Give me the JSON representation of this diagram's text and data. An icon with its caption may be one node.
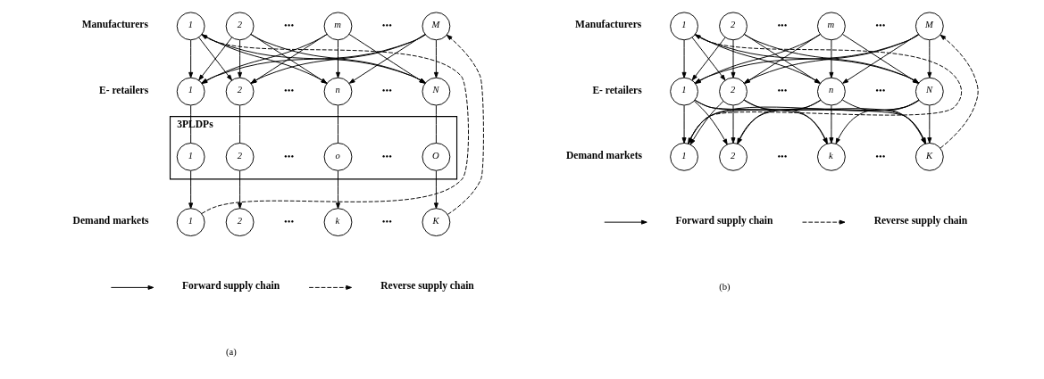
{
  "diagram": {
    "nodes": [
      {
        "text": [
          "1"
        ]
      },
      {
        "text": [
          "2"
        ]
      },
      {
        "text": [
          "m"
        ]
      },
      {
        "text": [
          "M"
        ]
      },
      {
        "text": [
          "1"
        ]
      },
      {
        "text": [
          "2"
        ]
      },
      {
        "text": [
          "n"
        ]
      },
      {
        "text": [
          "N"
        ]
      },
      {
        "text": [
          "3PLDPs"
        ]
      },
      {
        "text": [
          "1"
        ],
        "in": 8
      },
      {
        "text": [
          "2"
        ],
        "in": 8
      },
      {
        "text": [
          "o"
        ],
        "in": 8
      },
      {
        "text": [
          "O"
        ],
        "in": 8
      },
      {
        "text": [
          "1"
        ]
      },
      {
        "text": [
          "2"
        ]
      },
      {
        "text": [
          "k"
        ]
      },
      {
        "text": [
          "K"
        ]
      },
      {
        "text": [
          "1"
        ]
      },
      {
        "text": [
          "2"
        ]
      },
      {
        "text": [
          "m"
        ]
      },
      {
        "text": [
          "M"
        ]
      },
      {
        "text": [
          "1"
        ]
      },
      {
        "text": [
          "2"
        ]
      },
      {
        "text": [
          "n"
        ]
      },
      {
        "text": [
          "N"
        ]
      },
      {
        "text": [
          "1"
        ]
      },
      {
        "text": [
          "2"
        ]
      },
      {
        "text": [
          "k"
        ]
      },
      {
        "text": [
          "K"
        ]
      }
    ],
    "edges": [
      {
        "from": 0,
        "to": 4,
        "arrow": "to"
      },
      {
        "from": 0,
        "to": 5,
        "arrow": "to"
      },
      {
        "from": 0,
        "to": 6,
        "arrow": "to"
      },
      {
        "from": 0,
        "to": 7,
        "arrow": "to"
      },
      {
        "from": 1,
        "to": 4,
        "arrow": "to"
      },
      {
        "from": 1,
        "to": 5,
        "arrow": "to"
      },
      {
        "from": 1,
        "to": 6,
        "arrow": "to"
      },
      {
        "from": 1,
        "to": 7,
        "arrow": "to"
      },
      {
        "from": 2,
        "to": 4,
        "arrow": "to"
      },
      {
        "from": 2,
        "to": 5,
        "arrow": "to"
      },
      {
        "from": 2,
        "to": 6,
        "arrow": "to"
      },
      {
        "from": 2,
        "to": 7,
        "arrow": "to"
      },
      {
        "from": 3,
        "to": 4,
        "arrow": "to"
      },
      {
        "from": 3,
        "to": 5,
        "arrow": "to"
      },
      {
        "from": 3,
        "to": 6,
        "arrow": "to"
      },
      {
        "from": 3,
        "to": 7,
        "arrow": "to"
      },
      {
        "from": 4,
        "to": 9,
        "arrow": "none"
      },
      {
        "from": 5,
        "to": 10,
        "arrow": "none"
      },
      {
        "from": 6,
        "to": 11,
        "arrow": "none"
      },
      {
        "from": 7,
        "to": 12,
        "arrow": "none"
      },
      {
        "from": 9,
        "to": 13,
        "arrow": "to"
      },
      {
        "from": 10,
        "to": 14,
        "arrow": "to"
      },
      {
        "from": 11,
        "to": 15,
        "arrow": "to"
      },
      {
        "from": 12,
        "to": 16,
        "arrow": "to"
      },
      {
        "from": 13,
        "to": 0,
        "arrow": "to",
        "style": "dashed"
      },
      {
        "from": 16,
        "to": 3,
        "arrow": "to",
        "style": "dashed"
      },
      {
        "from": 17,
        "to": 21,
        "arrow": "to"
      },
      {
        "from": 17,
        "to": 22,
        "arrow": "to"
      },
      {
        "from": 17,
        "to": 23,
        "arrow": "to"
      },
      {
        "from": 17,
        "to": 24,
        "arrow": "to"
      },
      {
        "from": 18,
        "to": 21,
        "arrow": "to"
      },
      {
        "from": 18,
        "to": 22,
        "arrow": "to"
      },
      {
        "from": 18,
        "to": 23,
        "arrow": "to"
      },
      {
        "from": 18,
        "to": 24,
        "arrow": "to"
      },
      {
        "from": 19,
        "to": 21,
        "arrow": "to"
      },
      {
        "from": 19,
        "to": 22,
        "arrow": "to"
      },
      {
        "from": 19,
        "to": 23,
        "arrow": "to"
      },
      {
        "from": 19,
        "to": 24,
        "arrow": "to"
      },
      {
        "from": 20,
        "to": 21,
        "arrow": "to"
      },
      {
        "from": 20,
        "to": 22,
        "arrow": "to"
      },
      {
        "from": 20,
        "to": 23,
        "arrow": "to"
      },
      {
        "from": 20,
        "to": 24,
        "arrow": "to"
      },
      {
        "from": 21,
        "to": 25,
        "arrow": "to"
      },
      {
        "from": 21,
        "to": 26,
        "arrow": "to"
      },
      {
        "from": 21,
        "to": 27,
        "arrow": "to"
      },
      {
        "from": 21,
        "to": 28,
        "arrow": "to"
      },
      {
        "from": 22,
        "to": 25,
        "arrow": "to"
      },
      {
        "from": 22,
        "to": 26,
        "arrow": "to"
      },
      {
        "from": 22,
        "to": 27,
        "arrow": "to"
      },
      {
        "from": 22,
        "to": 28,
        "arrow": "to"
      },
      {
        "from": 23,
        "to": 25,
        "arrow": "to"
      },
      {
        "from": 23,
        "to": 26,
        "arrow": "to"
      },
      {
        "from": 23,
        "to": 27,
        "arrow": "to"
      },
      {
        "from": 23,
        "to": 28,
        "arrow": "to"
      },
      {
        "from": 24,
        "to": 25,
        "arrow": "to"
      },
      {
        "from": 24,
        "to": 26,
        "arrow": "to"
      },
      {
        "from": 24,
        "to": 27,
        "arrow": "to"
      },
      {
        "from": 24,
        "to": 28,
        "arrow": "to"
      },
      {
        "from": 25,
        "to": 17,
        "arrow": "to",
        "style": "dashed"
      },
      {
        "from": 28,
        "to": 20,
        "arrow": "to",
        "style": "dashed"
      }
    ],
    "labels": [
      "Manufacturers",
      "•••",
      "•••",
      "E- retailers",
      "•••",
      "•••",
      "•••",
      "•••",
      "Demand markets",
      "•••",
      "•••",
      "(a)",
      "Manufacturers",
      "•••",
      "•••",
      "E- retailers",
      "•••",
      "•••",
      "Demand markets",
      "•••",
      "•••",
      "(b)"
    ],
    "legend": [
      {
        "text": "Forward supply chain"
      },
      {
        "text": "Reverse supply chain"
      },
      {
        "text": "Forward supply chain"
      },
      {
        "text": "Reverse supply chain"
      }
    ]
  }
}
